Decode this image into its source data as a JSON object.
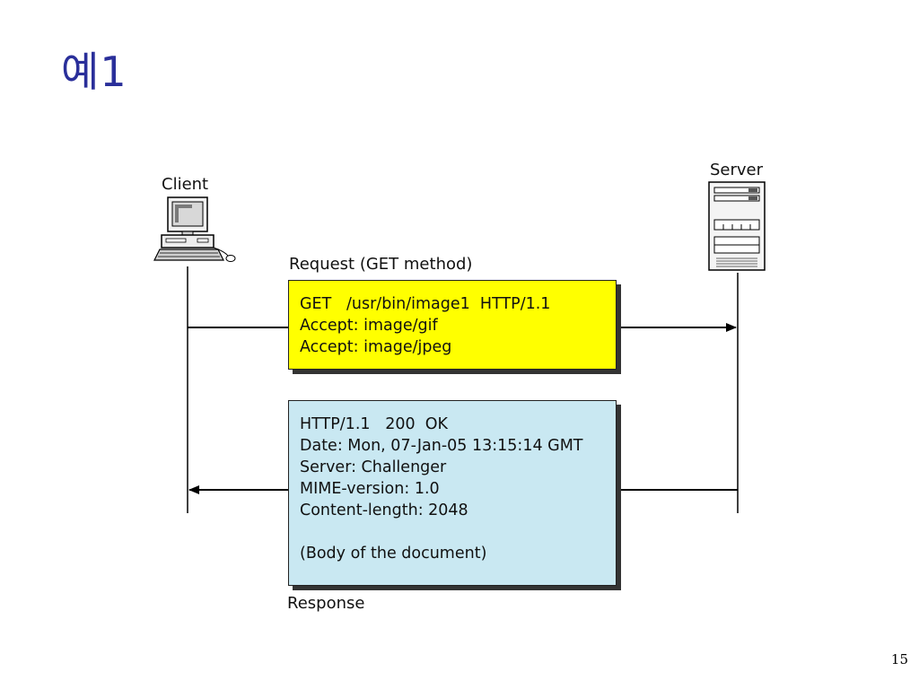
{
  "slide": {
    "title": "예1",
    "page_number": "15"
  },
  "diagram": {
    "client_label": "Client",
    "server_label": "Server",
    "request": {
      "caption": "Request (GET method)",
      "lines": [
        "GET   /usr/bin/image1  HTTP/1.1",
        "Accept: image/gif",
        "Accept: image/jpeg"
      ],
      "color": "#ffff00"
    },
    "response": {
      "caption": "Response",
      "lines": [
        "HTTP/1.1   200  OK",
        "Date: Mon, 07-Jan-05 13:15:14 GMT",
        "Server: Challenger",
        "MIME-version: 1.0",
        "Content-length: 2048",
        "",
        "(Body of the document)"
      ],
      "color": "#c9e8f2"
    }
  }
}
